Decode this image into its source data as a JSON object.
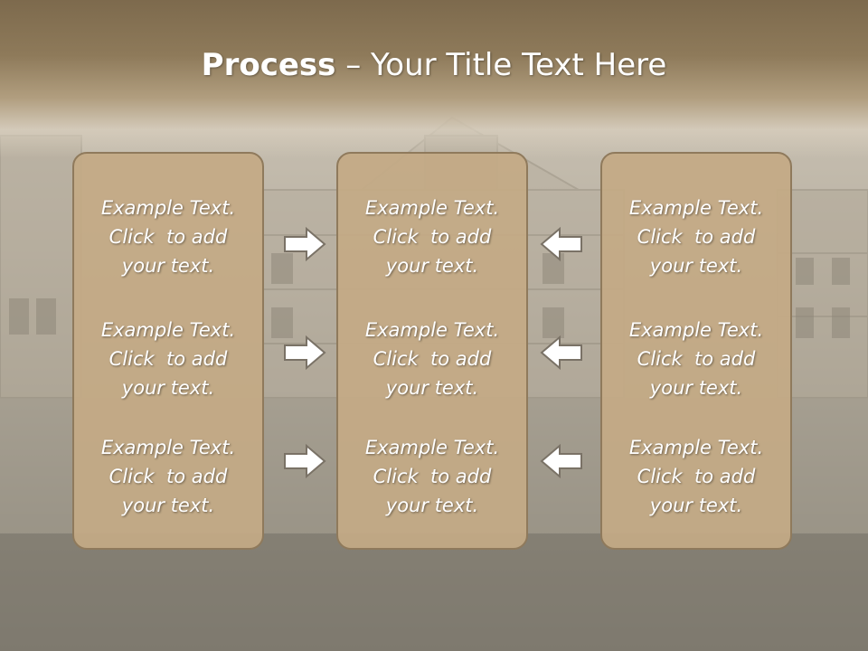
{
  "slide": {
    "title_bold": "Process",
    "title_sep": " – ",
    "title_rest": "Your Title Text Here"
  },
  "columns": [
    {
      "items": [
        {
          "l1": "Example Text.",
          "l2": "Click  to add",
          "l3": "your text."
        },
        {
          "l1": "Example Text.",
          "l2": "Click  to add",
          "l3": "your text."
        },
        {
          "l1": "Example Text.",
          "l2": "Click  to add",
          "l3": "your text."
        }
      ]
    },
    {
      "items": [
        {
          "l1": "Example Text.",
          "l2": "Click  to add",
          "l3": "your text."
        },
        {
          "l1": "Example Text.",
          "l2": "Click  to add",
          "l3": "your text."
        },
        {
          "l1": "Example Text.",
          "l2": "Click  to add",
          "l3": "your text."
        }
      ]
    },
    {
      "items": [
        {
          "l1": "Example Text.",
          "l2": "Click  to add",
          "l3": "your text."
        },
        {
          "l1": "Example Text.",
          "l2": "Click  to add",
          "l3": "your text."
        },
        {
          "l1": "Example Text.",
          "l2": "Click  to add",
          "l3": "your text."
        }
      ]
    }
  ],
  "arrows": {
    "left_group_direction": "right",
    "right_group_direction": "left",
    "icon": "arrow-icon"
  },
  "colors": {
    "title_band": "#8e7a5a",
    "panel_fill": "#c4aa85",
    "panel_border": "#8f7a5c",
    "arrow_fill": "#ffffff",
    "arrow_stroke": "#7a7266"
  }
}
